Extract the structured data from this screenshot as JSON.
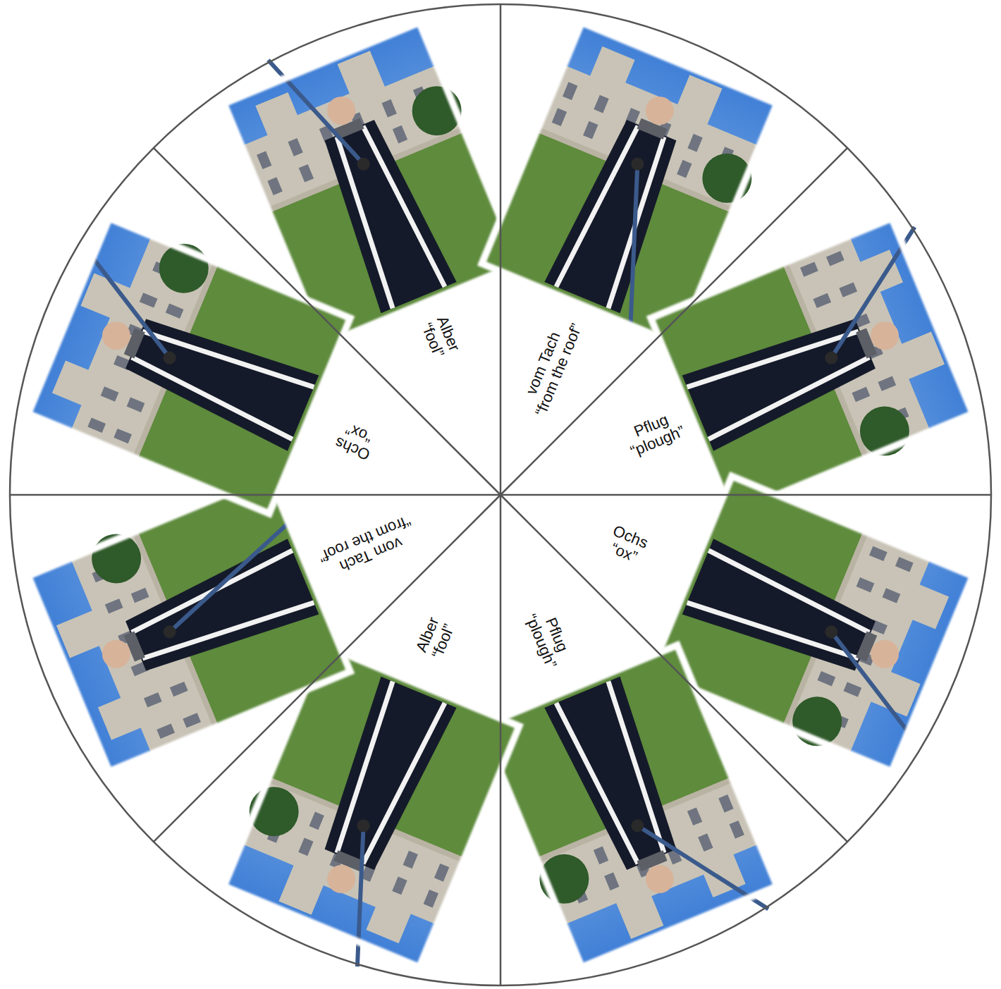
{
  "diagram": {
    "labels": [
      "Alber",
      "“fool”",
      "vom Tach",
      "“from the roof”",
      "Pflug",
      "“plough”",
      "Ochs",
      "“ox”",
      "Pflug",
      "“plough”",
      "Alber",
      "“fool”",
      "vom Tach",
      "“from the roof”",
      "Ochs",
      "“ox”"
    ]
  }
}
